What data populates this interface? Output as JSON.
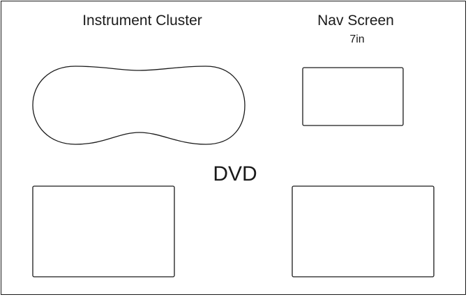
{
  "instrument_cluster": {
    "label": "Instrument Cluster"
  },
  "nav_screen": {
    "label": "Nav Screen",
    "size": "7in"
  },
  "dvd": {
    "label": "DVD"
  },
  "colors": {
    "stroke": "#1a1a1a",
    "background": "#ffffff"
  }
}
